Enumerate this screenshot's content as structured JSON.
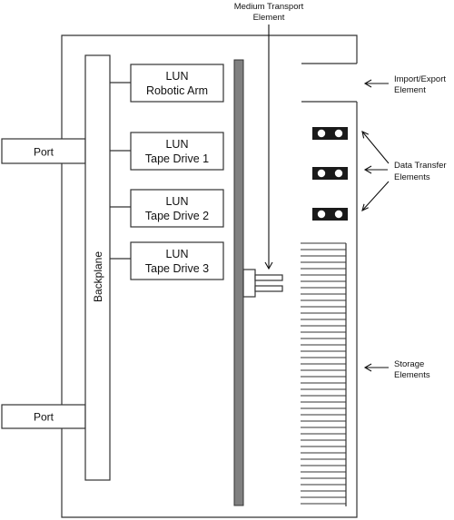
{
  "labels": {
    "medium_transport_line1": "Medium Transport",
    "medium_transport_line2": "Element",
    "import_export_line1": "Import/Export",
    "import_export_line2": "Element",
    "data_transfer_line1": "Data Transfer",
    "data_transfer_line2": "Elements",
    "storage_line1": "Storage",
    "storage_line2": "Elements",
    "backplane": "Backplane"
  },
  "ports": [
    {
      "label": "Port"
    },
    {
      "label": "Port"
    }
  ],
  "luns": [
    {
      "line1": "LUN",
      "line2": "Robotic Arm"
    },
    {
      "line1": "LUN",
      "line2": "Tape Drive 1"
    },
    {
      "line1": "LUN",
      "line2": "Tape Drive 2"
    },
    {
      "line1": "LUN",
      "line2": "Tape Drive 3"
    }
  ],
  "colors": {
    "line": "#333333",
    "transport_bar": "#808080",
    "drive_fill": "#1a1a1a"
  }
}
